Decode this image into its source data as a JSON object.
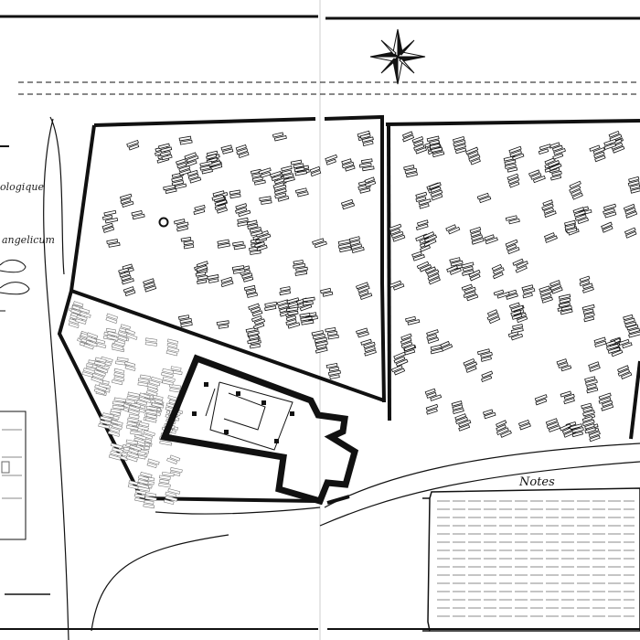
{
  "map": {
    "legend_fragments": [
      "ologique",
      "angelicum"
    ],
    "note_title": "Notes"
  },
  "colors": {
    "ink": "#111111",
    "paper": "#ffffff"
  },
  "icons": [
    "compass-rose-icon",
    "well-marker-icon"
  ]
}
